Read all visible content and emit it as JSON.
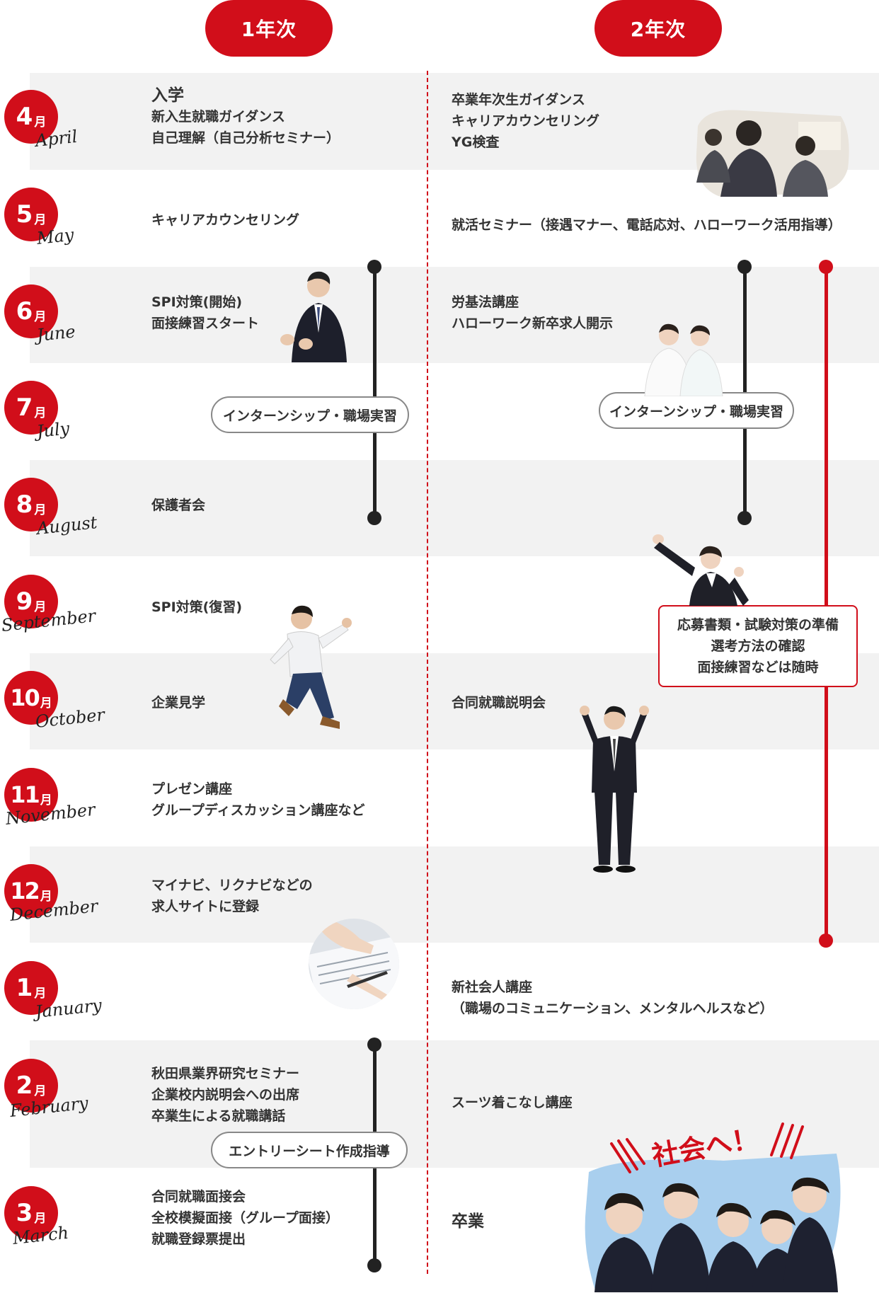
{
  "years": {
    "year1": "1年次",
    "year2": "2年次"
  },
  "month_unit": "月",
  "months": [
    {
      "num": "4",
      "en": "April"
    },
    {
      "num": "5",
      "en": "May"
    },
    {
      "num": "6",
      "en": "June"
    },
    {
      "num": "7",
      "en": "July"
    },
    {
      "num": "8",
      "en": "August"
    },
    {
      "num": "9",
      "en": "September"
    },
    {
      "num": "10",
      "en": "October"
    },
    {
      "num": "11",
      "en": "November"
    },
    {
      "num": "12",
      "en": "December"
    },
    {
      "num": "1",
      "en": "January"
    },
    {
      "num": "2",
      "en": "February"
    },
    {
      "num": "3",
      "en": "March"
    }
  ],
  "year1_events": {
    "april": [
      "入学",
      "新入生就職ガイダンス",
      "自己理解（自己分析セミナー）"
    ],
    "may": [
      "キャリアカウンセリング"
    ],
    "june": [
      "SPI対策(開始)",
      "面接練習スタート"
    ],
    "august": [
      "保護者会"
    ],
    "september": [
      "SPI対策(復習)"
    ],
    "october": [
      "企業見学"
    ],
    "november": [
      "プレゼン講座",
      "グループディスカッション講座など"
    ],
    "december": [
      "マイナビ、リクナビなどの",
      "求人サイトに登録"
    ],
    "february": [
      "秋田県業界研究セミナー",
      "企業校内説明会への出席",
      "卒業生による就職講話"
    ],
    "march": [
      "合同就職面接会",
      "全校模擬面接（グループ面接）",
      "就職登録票提出"
    ]
  },
  "year2_events": {
    "april": [
      "卒業年次生ガイダンス",
      "キャリアカウンセリング",
      "YG検査"
    ],
    "may": [
      "就活セミナー（接遇マナー、電話応対、ハローワーク活用指導）"
    ],
    "june": [
      "労基法講座",
      "ハローワーク新卒求人開示"
    ],
    "october": [
      "合同就職説明会"
    ],
    "january": [
      "新社会人講座",
      "（職場のコミュニケーション、メンタルヘルスなど）"
    ],
    "february": [
      "スーツ着こなし講座"
    ],
    "march": [
      "卒業"
    ]
  },
  "labels": {
    "internship_y1": "インターンシップ・職場実習",
    "internship_y2": "インターンシップ・職場実習",
    "entry_sheet": "エントリーシート作成指導",
    "prep_box": [
      "応募書類・試験対策の準備",
      "選考方法の確認",
      "面接練習などは随時"
    ],
    "to_society": "社会へ！"
  },
  "colors": {
    "accent": "#d10e1a",
    "stripe": "#f2f2f2",
    "text": "#333333"
  }
}
